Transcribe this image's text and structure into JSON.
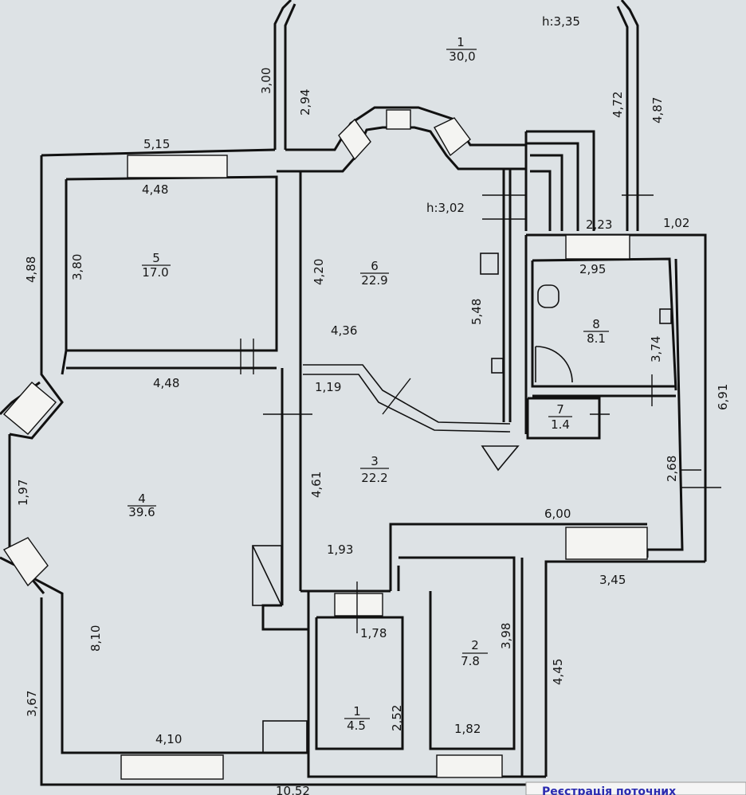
{
  "plan": {
    "heights": {
      "top": "h:3,35",
      "mid": "h:3,02"
    },
    "rooms": [
      {
        "num": "1",
        "area": "30,0"
      },
      {
        "num": "5",
        "area": "17.0"
      },
      {
        "num": "6",
        "area": "22.9"
      },
      {
        "num": "8",
        "area": "8.1"
      },
      {
        "num": "7",
        "area": "1.4"
      },
      {
        "num": "3",
        "area": "22.2"
      },
      {
        "num": "4",
        "area": "39.6"
      },
      {
        "num": "2",
        "area": "7.8"
      },
      {
        "num": "1",
        "area": "4.5"
      }
    ],
    "dims": [
      "5,15",
      "4,48",
      "4,88",
      "3,80",
      "3,00",
      "2,94",
      "4,72",
      "4,87",
      "2,23",
      "1,02",
      "2,95",
      "4,20",
      "4,36",
      "5,48",
      "3,74",
      "6,91",
      "4,48",
      "1,19",
      "4,61",
      "1,97",
      "6,00",
      "2,68",
      "3,45",
      "1,93",
      "1,78",
      "3,98",
      "8,10",
      "4,45",
      "3,67",
      "2,52",
      "1,82",
      "4,10",
      "10,52"
    ],
    "footer": "Реєстрація поточних"
  }
}
